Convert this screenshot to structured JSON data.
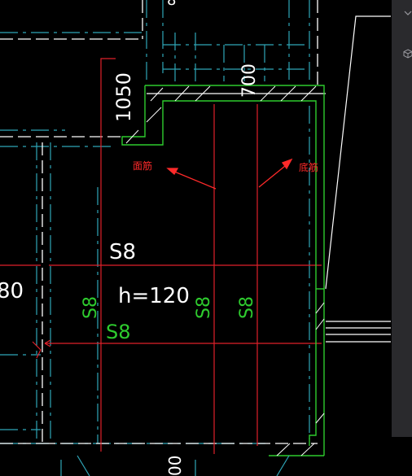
{
  "drawing": {
    "dim_1050": "1050",
    "dim_700": "700",
    "dim_80": "80",
    "dim_top": "8",
    "dim_bottom": "00",
    "slab_label": "S8",
    "thickness_label": "h=120",
    "rebar_labels": [
      "S8",
      "S8",
      "S8",
      "S8"
    ],
    "annotation_top_rebar": "面筋",
    "annotation_bottom_rebar": "底筋"
  },
  "colors": {
    "background": "#000000",
    "white": "#ffffff",
    "green": "#2ecc2e",
    "cyan": "#2fa6b8",
    "red": "#e0202a",
    "panel": "#2a2a2d"
  },
  "side_panel": {
    "icons": [
      "dropdown-icon",
      "cube-icon"
    ]
  }
}
